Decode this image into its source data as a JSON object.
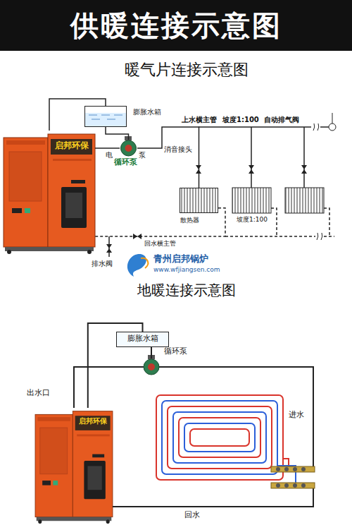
{
  "diagram": {
    "title": "供暖连接示意图",
    "nodes": [
      {
        "text": [
          "启邦环保"
        ]
      },
      {
        "text": [
          "膨胀水箱"
        ]
      },
      {
        "text": [
          "循环泵"
        ]
      },
      {
        "text": [
          "散热器"
        ]
      },
      {
        "text": [
          "启邦环保"
        ]
      },
      {
        "text": [
          "膨胀水箱"
        ]
      },
      {
        "text": [
          "循环泵"
        ]
      }
    ],
    "edges": [
      {
        "from": 0,
        "to": 1,
        "arrow": "none"
      },
      {
        "from": 1,
        "to": 2,
        "arrow": "none"
      },
      {
        "from": 2,
        "to": 3,
        "arrow": "none"
      },
      {
        "from": 3,
        "to": 0,
        "arrow": "none"
      },
      {
        "from": 4,
        "to": 5,
        "arrow": "none"
      },
      {
        "from": 5,
        "to": 6,
        "arrow": "none"
      }
    ],
    "labels": [
      "暖气片连接示意图",
      "电",
      "泵",
      "消音接头",
      "上水横主管",
      "坡度1:100",
      "自动排气阀",
      "坡度1:100",
      "回水横主管",
      "排水阀",
      "青州启邦锅炉",
      "www.wfjiangsen.com",
      "地暖连接示意图",
      "出水口",
      "进水",
      "回水"
    ]
  }
}
